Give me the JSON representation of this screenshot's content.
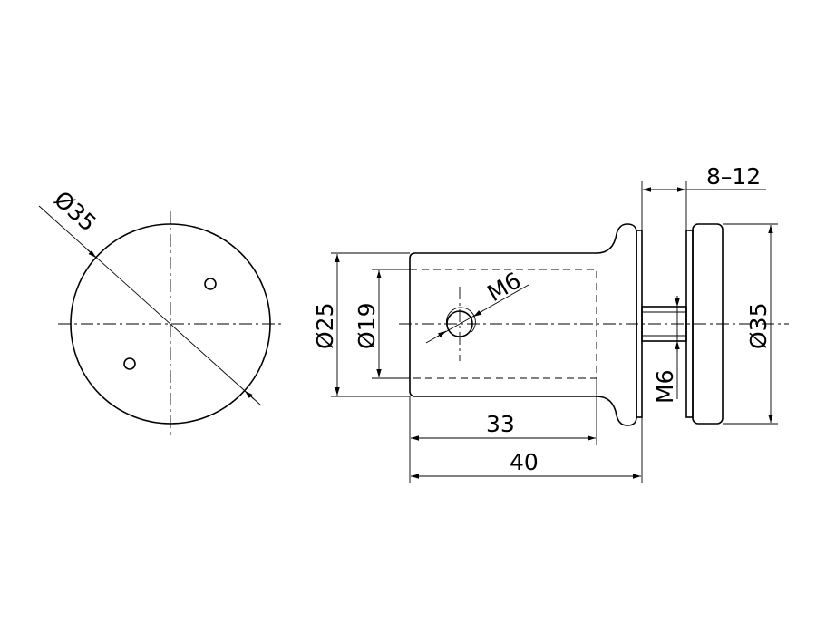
{
  "drawing": {
    "front_view": {
      "diameter_label": "Ø35"
    },
    "side_view": {
      "body_diameter_label": "Ø25",
      "bore_diameter_label": "Ø19",
      "thread_hole_label": "M6",
      "bore_depth_label": "33",
      "overall_length_label": "40",
      "glass_thickness_label": "8–12",
      "cap_diameter_label": "Ø35",
      "bolt_thread_label": "M6"
    }
  }
}
